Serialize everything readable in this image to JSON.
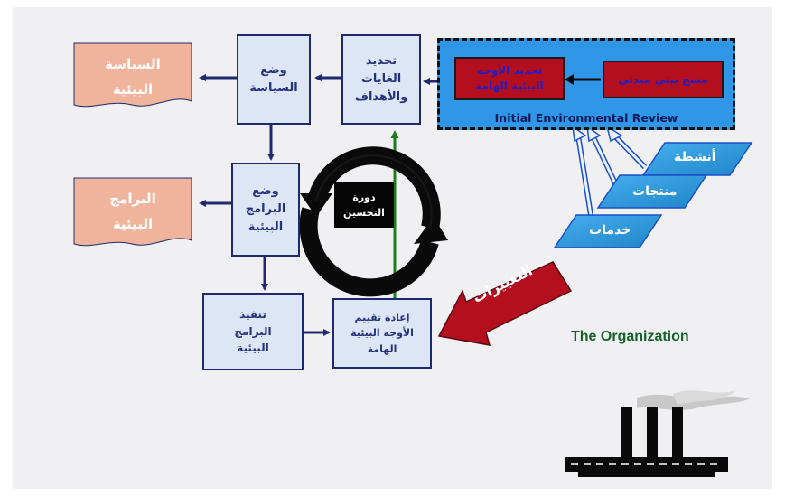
{
  "colors": {
    "box_fill": "#dde6f4",
    "box_border": "#1f2a6e",
    "box_text": "#24327a",
    "doc_fill": "#f0b49c",
    "ier_fill": "#2f96e8",
    "red_box": "#b30f1e",
    "para_fill": "#2793d6",
    "org_label": "#16602a",
    "big_arrow": "#b30f1e",
    "green_line": "#1b7d1b"
  },
  "documents": {
    "policy": [
      "السياسة",
      "البيئية"
    ],
    "programs": [
      "البرامج",
      "البيئية"
    ]
  },
  "boxes": {
    "set_policy": [
      "وضع",
      "السياسة"
    ],
    "set_objectives": [
      "تحديد",
      "الغايات",
      "والأهداف"
    ],
    "set_programs": [
      "وضع",
      "البرامج",
      "البيئية"
    ],
    "implement_programs": [
      "تنفيذ",
      "البرامج",
      "البيئية"
    ],
    "reassess_aspects": [
      "إعادة تقييم",
      "الأوجه البيئية",
      "الهامة"
    ]
  },
  "review": {
    "label": "Initial Environmental Review",
    "determine_aspects": [
      "تحديد الأوجه",
      "البيئية الهامة"
    ],
    "initial_survey": "مسح بيئي مبدئي"
  },
  "inputs": {
    "activities": "أنشطة",
    "products": "منتجات",
    "services": "خدمات"
  },
  "cycle": {
    "label": [
      "دورة",
      "التحسين"
    ]
  },
  "changes_label": "التغييرات",
  "organization_label": "The Organization",
  "factory_icon": "factory-icon"
}
